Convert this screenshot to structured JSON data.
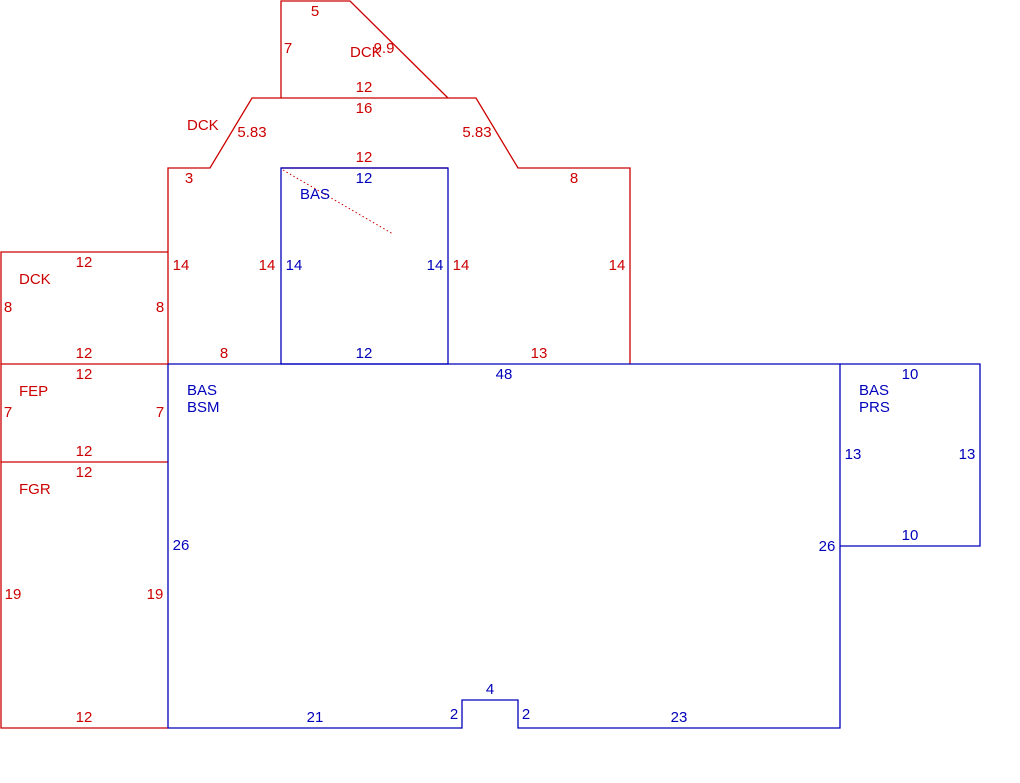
{
  "colors": {
    "red": "#cc0000",
    "blue": "#0000bb"
  },
  "areas": {
    "dck_top": {
      "code": "DCK"
    },
    "dck_mid": {
      "code": "DCK"
    },
    "bas_upper": {
      "code": "BAS"
    },
    "dck_left": {
      "code": "DCK"
    },
    "fep": {
      "code": "FEP"
    },
    "fgr": {
      "code": "FGR"
    },
    "bas_main": {
      "line1": "BAS",
      "line2": "BSM"
    },
    "bas_right": {
      "line1": "BAS",
      "line2": "PRS"
    }
  },
  "dims": {
    "top_dck_top": "5",
    "top_dck_left": "7",
    "top_dck_diag": "9.9",
    "top_dck_bottom": "12",
    "mid_top": "16",
    "mid_left_diag": "5.83",
    "mid_right_diag": "5.83",
    "mid_left_step": "3",
    "mid_right_step": "8",
    "mid_inner_top": "12",
    "mid_left_wall": "14",
    "mid_inner_left": "14",
    "mid_inner_right": "14",
    "mid_right_wall": "14",
    "mid_bottom_left": "8",
    "mid_bottom_right": "13",
    "bas_upper_top": "12",
    "bas_upper_left": "14",
    "bas_upper_right": "14",
    "bas_upper_bottom": "12",
    "dck_left_top": "12",
    "dck_left_left": "8",
    "dck_left_right": "8",
    "dck_left_bottom": "12",
    "fep_top": "12",
    "fep_left": "7",
    "fep_right": "7",
    "fep_bottom": "12",
    "fgr_top": "12",
    "fgr_left": "19",
    "fgr_right": "19",
    "fgr_bottom": "12",
    "main_top": "48",
    "main_left": "26",
    "main_right": "26",
    "main_bottom_left": "21",
    "main_notch_left": "2",
    "main_notch_top": "4",
    "main_notch_right": "2",
    "main_bottom_right": "23",
    "prs_top": "10",
    "prs_left": "13",
    "prs_right": "13",
    "prs_bottom": "10"
  }
}
